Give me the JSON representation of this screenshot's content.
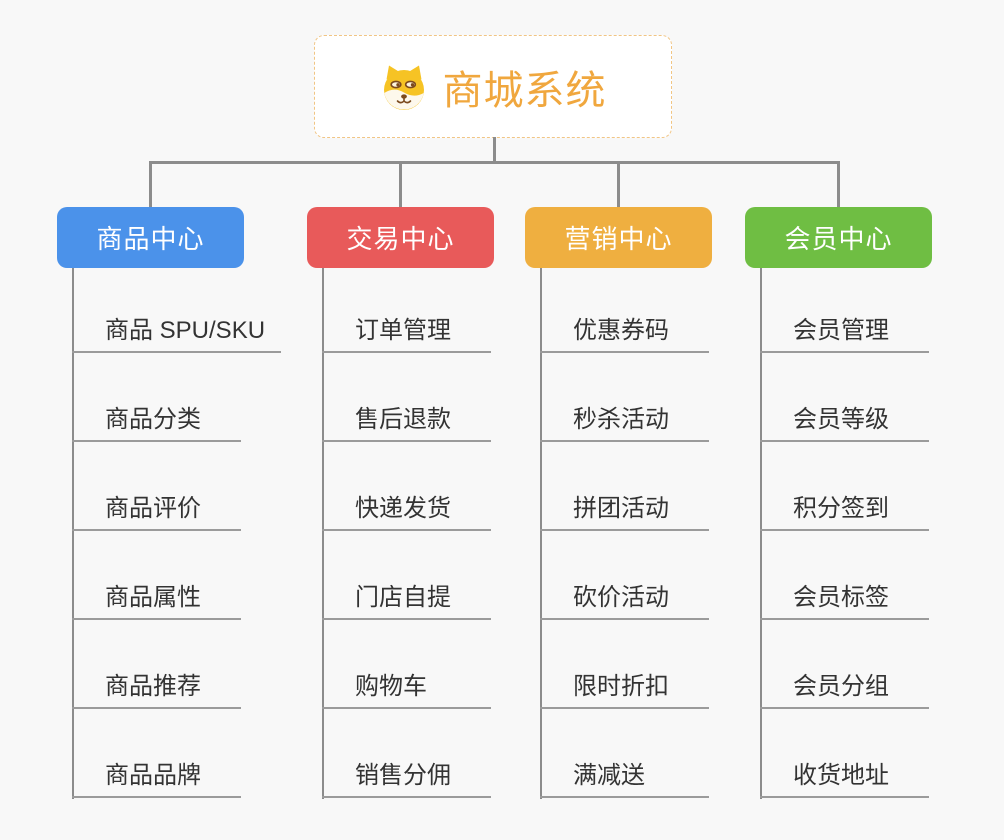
{
  "root": {
    "label": "商城系统",
    "icon": "shiba-dog-icon",
    "text_color": "#F0A73E",
    "border_color": "#F1C584",
    "background": "#FFFFFF"
  },
  "branches": [
    {
      "label": "商品中心",
      "color": "#4B92EA",
      "children": [
        "商品 SPU/SKU",
        "商品分类",
        "商品评价",
        "商品属性",
        "商品推荐",
        "商品品牌"
      ]
    },
    {
      "label": "交易中心",
      "color": "#E85A5A",
      "children": [
        "订单管理",
        "售后退款",
        "快递发货",
        "门店自提",
        "购物车",
        "销售分佣"
      ]
    },
    {
      "label": "营销中心",
      "color": "#EFAF40",
      "children": [
        "优惠券码",
        "秒杀活动",
        "拼团活动",
        "砍价活动",
        "限时折扣",
        "满减送"
      ]
    },
    {
      "label": "会员中心",
      "color": "#6FBE43",
      "children": [
        "会员管理",
        "会员等级",
        "积分签到",
        "会员标签",
        "会员分组",
        "收货地址"
      ]
    }
  ],
  "style": {
    "connector_color": "#8C8C8C",
    "leaf_underline_color": "#9B9B9B",
    "leaf_text_color": "#333333",
    "background_color": "#F8F8F8"
  }
}
